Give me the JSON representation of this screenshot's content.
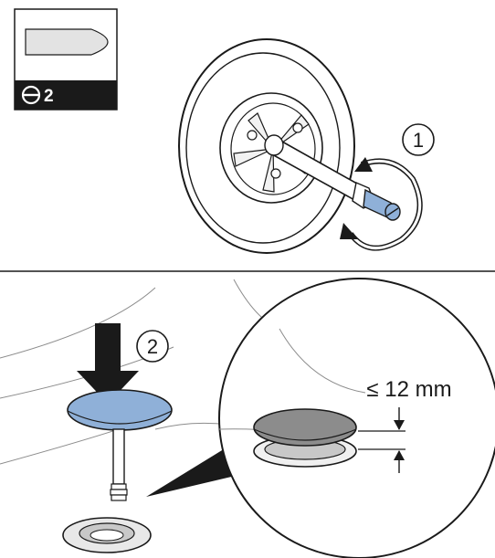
{
  "tool_badge": {
    "tool_icon": "slotted-screwdriver-tip-icon",
    "size_icon": "minus-circle-icon",
    "size_label": "2"
  },
  "steps": [
    {
      "number": "1"
    },
    {
      "number": "2"
    }
  ],
  "measurement": {
    "label": "≤ 12 mm"
  },
  "colors": {
    "accent_blue": "#8fb0d8",
    "badge_black": "#1a1a1a",
    "cap_gray": "#8c8c8c",
    "line": "#1a1a1a"
  }
}
